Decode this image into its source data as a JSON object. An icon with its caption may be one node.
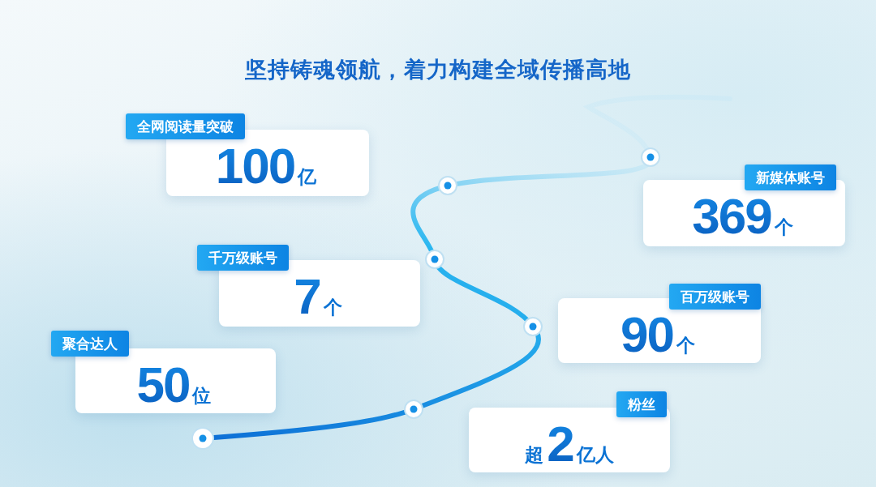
{
  "diagram": {
    "title": "坚持铸魂领航，着力构建全域传播高地",
    "nodes": [
      {
        "text": [
          "全网阅读量突破",
          "100",
          "亿"
        ]
      },
      {
        "text": [
          "千万级账号",
          "7",
          "个"
        ]
      },
      {
        "text": [
          "聚合达人",
          "50",
          "位"
        ]
      },
      {
        "text": [
          "新媒体账号",
          "369",
          "个"
        ]
      },
      {
        "text": [
          "百万级账号",
          "90",
          "个"
        ]
      },
      {
        "text": [
          "粉丝",
          "超",
          "2",
          "亿人"
        ]
      }
    ]
  }
}
